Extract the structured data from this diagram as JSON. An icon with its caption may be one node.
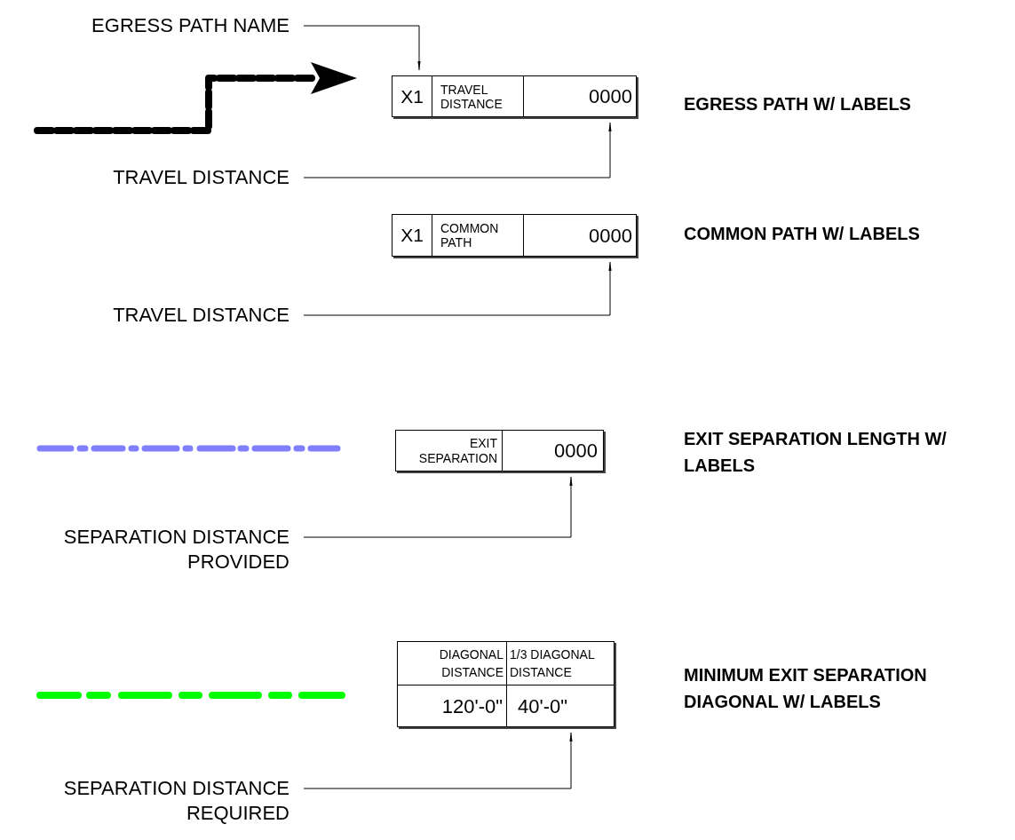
{
  "diagram": {
    "nodes": [
      {
        "text": [
          "EGRESS PATH NAME"
        ]
      },
      {
        "text": [
          "X1",
          "TRAVEL DISTANCE",
          "0000"
        ]
      },
      {
        "text": [
          "TRAVEL DISTANCE"
        ]
      },
      {
        "text": [
          "X1",
          "COMMON PATH",
          "0000"
        ]
      },
      {
        "text": [
          "TRAVEL DISTANCE"
        ]
      },
      {
        "text": [
          "EXIT SEPARATION",
          "0000"
        ]
      },
      {
        "text": [
          "SEPARATION DISTANCE PROVIDED"
        ]
      },
      {
        "text": [
          "DIAGONAL DISTANCE",
          "1/3 DIAGONAL DISTANCE",
          "120'-0\"",
          "40'-0\""
        ]
      },
      {
        "text": [
          "SEPARATION DISTANCE REQUIRED"
        ]
      }
    ],
    "edges": [
      {
        "from": 0,
        "to": 1,
        "arrow": "to"
      },
      {
        "from": 2,
        "to": 1,
        "arrow": "to"
      },
      {
        "from": 4,
        "to": 3,
        "arrow": "to"
      },
      {
        "from": 6,
        "to": 5,
        "arrow": "to"
      },
      {
        "from": 8,
        "to": 7,
        "arrow": "to"
      }
    ],
    "labels": [
      "EGRESS PATH W/ LABELS",
      "COMMON PATH W/ LABELS",
      "EXIT SEPARATION LENGTH W/ LABELS",
      "MINIMUM EXIT SEPARATION DIAGONAL W/ LABELS"
    ]
  }
}
